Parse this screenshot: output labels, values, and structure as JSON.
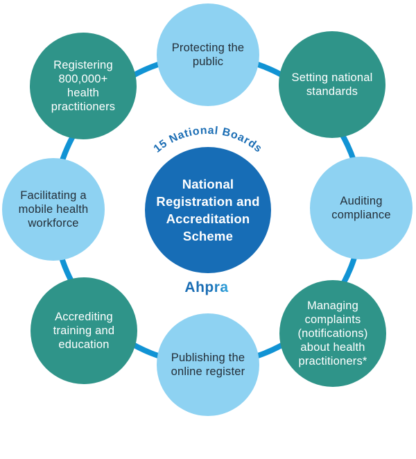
{
  "diagram": {
    "title_hint": "National Registration and Accreditation Scheme wheel",
    "center": {
      "title": "National\nRegistration and\nAccreditation\nScheme"
    },
    "top_arc_label": "15 National Boards",
    "bottom_label": "Ahpra",
    "nodes": [
      {
        "id": "protecting-the-public",
        "label": "Protecting the\npublic",
        "style": "light"
      },
      {
        "id": "setting-standards",
        "label": "Setting national\nstandards",
        "style": "teal"
      },
      {
        "id": "auditing-compliance",
        "label": "Auditing\ncompliance",
        "style": "light"
      },
      {
        "id": "managing-complaints",
        "label": "Managing\ncomplaints\n(notifications)\nabout health\npractitioners*",
        "style": "teal"
      },
      {
        "id": "publishing-register",
        "label": "Publishing the\nonline register",
        "style": "light"
      },
      {
        "id": "accrediting-education",
        "label": "Accrediting\ntraining and\neducation",
        "style": "teal"
      },
      {
        "id": "facilitating-workforce",
        "label": "Facilitating a\nmobile health\nworkforce",
        "style": "light"
      },
      {
        "id": "registering-practitioners",
        "label": "Registering\n800,000+\nhealth\npractitioners",
        "style": "teal"
      }
    ],
    "colors": {
      "light_blue_circle": "#8ed2f2",
      "teal_circle": "#2f9489",
      "center_blue": "#176db6",
      "connector_ring_blue": "#1193d4",
      "arc_label_blue": "#1a6db4",
      "ahpra_gradient_start": "#1a6db4",
      "ahpra_gradient_end": "#2ea3dc",
      "dark_text": "#232e38",
      "white_text": "#ffffff"
    }
  }
}
